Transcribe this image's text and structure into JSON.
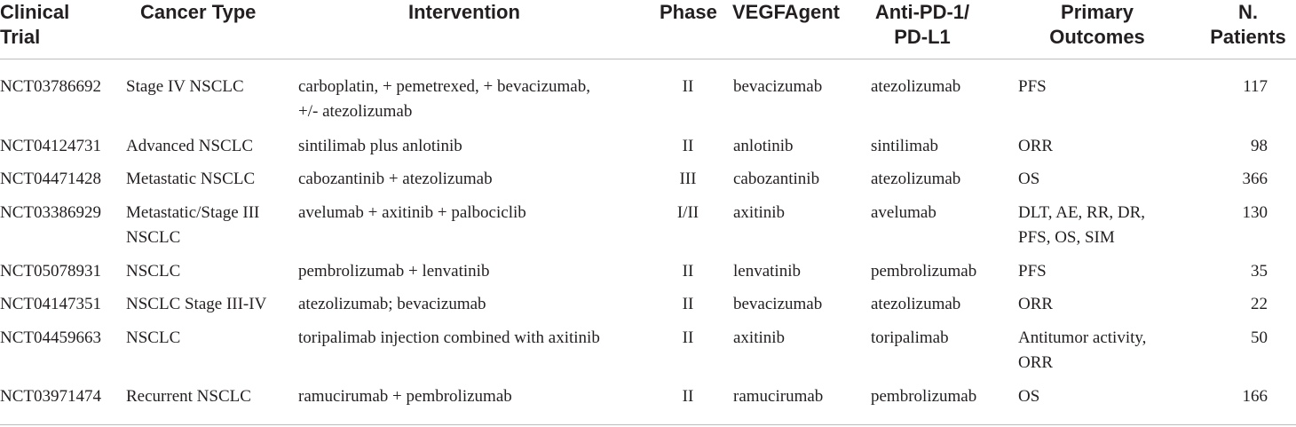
{
  "table": {
    "headers": {
      "trial": "Clinical Trial",
      "cancer": "Cancer Type",
      "intervention": "Intervention",
      "phase": "Phase",
      "vegf": "VEGFAgent",
      "anti_line1": "Anti-PD-1/",
      "anti_line2": "PD-L1",
      "outcomes_line1": "Primary",
      "outcomes_line2": "Outcomes",
      "n_line1": "N.",
      "n_line2": "Patients",
      "trial_line1": "Clinical",
      "trial_line2": "Trial"
    },
    "rows": [
      {
        "trial": "NCT03786692",
        "cancer": "Stage IV NSCLC",
        "cancer2": "",
        "intervention": "carboplatin, + pemetrexed, + bevacizumab,",
        "intervention2": "+/- atezolizumab",
        "phase": "II",
        "vegf": "bevacizumab",
        "anti": "atezolizumab",
        "outcomes": "PFS",
        "outcomes2": "",
        "n": "117"
      },
      {
        "trial": "NCT04124731",
        "cancer": "Advanced NSCLC",
        "cancer2": "",
        "intervention": "sintilimab plus anlotinib",
        "intervention2": "",
        "phase": "II",
        "vegf": "anlotinib",
        "anti": "sintilimab",
        "outcomes": "ORR",
        "outcomes2": "",
        "n": "98"
      },
      {
        "trial": "NCT04471428",
        "cancer": "Metastatic NSCLC",
        "cancer2": "",
        "intervention": "cabozantinib + atezolizumab",
        "intervention2": "",
        "phase": "III",
        "vegf": "cabozantinib",
        "anti": "atezolizumab",
        "outcomes": "OS",
        "outcomes2": "",
        "n": "366"
      },
      {
        "trial": "NCT03386929",
        "cancer": "Metastatic/Stage III",
        "cancer2": "NSCLC",
        "intervention": "avelumab + axitinib + palbociclib",
        "intervention2": "",
        "phase": "I/II",
        "vegf": "axitinib",
        "anti": "avelumab",
        "outcomes": "DLT, AE, RR, DR,",
        "outcomes2": "PFS, OS, SIM",
        "n": "130"
      },
      {
        "trial": "NCT05078931",
        "cancer": "NSCLC",
        "cancer2": "",
        "intervention": "pembrolizumab + lenvatinib",
        "intervention2": "",
        "phase": "II",
        "vegf": "lenvatinib",
        "anti": "pembrolizumab",
        "outcomes": "PFS",
        "outcomes2": "",
        "n": "35"
      },
      {
        "trial": "NCT04147351",
        "cancer": "NSCLC Stage III-IV",
        "cancer2": "",
        "intervention": "atezolizumab; bevacizumab",
        "intervention2": "",
        "phase": "II",
        "vegf": "bevacizumab",
        "anti": "atezolizumab",
        "outcomes": "ORR",
        "outcomes2": "",
        "n": "22"
      },
      {
        "trial": "NCT04459663",
        "cancer": "NSCLC",
        "cancer2": "",
        "intervention": "toripalimab injection combined with axitinib",
        "intervention2": "",
        "phase": "II",
        "vegf": "axitinib",
        "anti": "toripalimab",
        "outcomes": "Antitumor activity,",
        "outcomes2": "ORR",
        "n": "50"
      },
      {
        "trial": "NCT03971474",
        "cancer": "Recurrent NSCLC",
        "cancer2": "",
        "intervention": "ramucirumab + pembrolizumab",
        "intervention2": "",
        "phase": "II",
        "vegf": "ramucirumab",
        "anti": "pembrolizumab",
        "outcomes": "OS",
        "outcomes2": "",
        "n": "166"
      }
    ]
  }
}
